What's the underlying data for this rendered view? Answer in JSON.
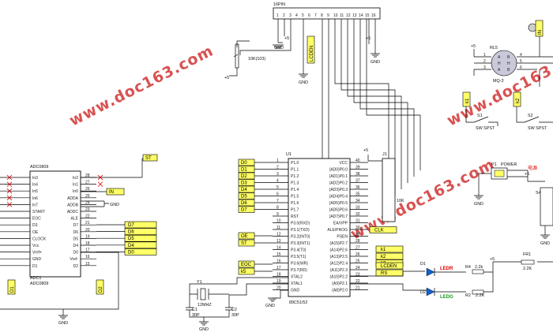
{
  "watermarks": [
    "www.doc163.com",
    "www.doc163.com",
    "www.doc163.com"
  ],
  "connector_top": {
    "label": "16PIN",
    "pins": [
      "1",
      "2",
      "3",
      "4",
      "5",
      "6",
      "7",
      "8",
      "9",
      "10",
      "11",
      "12",
      "13",
      "14",
      "15",
      "16"
    ]
  },
  "pot": {
    "label": "10K(103)",
    "tag": "LCDEN"
  },
  "u1": {
    "ref": "U1",
    "part": "89C51/52",
    "left_pins": [
      {
        "n": "1",
        "name": "P1.0"
      },
      {
        "n": "2",
        "name": "P1.1"
      },
      {
        "n": "3",
        "name": "P1.2"
      },
      {
        "n": "4",
        "name": "P1.3"
      },
      {
        "n": "5",
        "name": "P1.4"
      },
      {
        "n": "6",
        "name": "P1.5"
      },
      {
        "n": "7",
        "name": "P1.6"
      },
      {
        "n": "8",
        "name": "P1.7"
      },
      {
        "n": "9",
        "name": "RST"
      },
      {
        "n": "10",
        "name": "P3.0(RXD)"
      },
      {
        "n": "11",
        "name": "P3.1(TXD)"
      },
      {
        "n": "12",
        "name": "P3.2(INT0)"
      },
      {
        "n": "13",
        "name": "P3.3(INT1)"
      },
      {
        "n": "14",
        "name": "P3.4(T0)"
      },
      {
        "n": "15",
        "name": "P3.5(T1)"
      },
      {
        "n": "16",
        "name": "P3.6(WR)"
      },
      {
        "n": "17",
        "name": "P3.7(RD)"
      },
      {
        "n": "18",
        "name": "XTAL2"
      },
      {
        "n": "19",
        "name": "XTAL1"
      },
      {
        "n": "20",
        "name": "GND"
      }
    ],
    "right_pins": [
      {
        "n": "40",
        "name": "VCC"
      },
      {
        "n": "39",
        "name": "(AD0)P0.0"
      },
      {
        "n": "38",
        "name": "(AD1)P0.1"
      },
      {
        "n": "37",
        "name": "(AD2)P0.2"
      },
      {
        "n": "36",
        "name": "(AD3)P0.3"
      },
      {
        "n": "35",
        "name": "(AD4)P0.4"
      },
      {
        "n": "34",
        "name": "(AD5)P0.5"
      },
      {
        "n": "33",
        "name": "(AD6)P0.6"
      },
      {
        "n": "32",
        "name": "(AD7)P0.7"
      },
      {
        "n": "31",
        "name": "EA/VPP"
      },
      {
        "n": "30",
        "name": "ALE/PROG"
      },
      {
        "n": "29",
        "name": "PSEN"
      },
      {
        "n": "28",
        "name": "(A15)P2.7"
      },
      {
        "n": "27",
        "name": "(A14)P2.6"
      },
      {
        "n": "26",
        "name": "(A13)P2.5"
      },
      {
        "n": "25",
        "name": "(A12)P2.4"
      },
      {
        "n": "24",
        "name": "(A11)P2.3"
      },
      {
        "n": "23",
        "name": "(A10)P2.2"
      },
      {
        "n": "22",
        "name": "(A9)P2.1"
      },
      {
        "n": "21",
        "name": "(A8)P2.0"
      }
    ],
    "left_tags": [
      "D0",
      "D1",
      "D2",
      "D3",
      "D4",
      "D5",
      "D6",
      "D7",
      "OE",
      "ST",
      "EOC",
      "k5"
    ],
    "right_tags": [
      "CLK",
      "k1",
      "k2",
      "k3",
      "LCDEN",
      "RS"
    ]
  },
  "adc": {
    "title": "ADC0809",
    "ref": "ADC1",
    "part": "ADC0809",
    "left_pins": [
      "In3",
      "In4",
      "In5",
      "In6",
      "In7",
      "START",
      "EOC",
      "D3",
      "OE",
      "CLOCK",
      "Vcc",
      "Vref+",
      "GND",
      "D1"
    ],
    "left_nums": [
      "",
      "",
      "",
      "",
      "",
      "",
      "",
      "",
      "",
      "",
      "",
      "",
      "",
      ""
    ],
    "right_pins": [
      "In2",
      "In1",
      "In0",
      "ADDA",
      "ADDB",
      "ADDC",
      "ALE",
      "D7",
      "D6",
      "D5",
      "D4",
      "D0",
      "Vref-",
      "D2"
    ],
    "right_nums": [
      "28",
      "27",
      "26",
      "25",
      "24",
      "23",
      "22",
      "21",
      "20",
      "19",
      "18",
      "17",
      "16",
      "15"
    ],
    "tags": {
      "st": "ST",
      "in": "IN",
      "d7": "D7",
      "d6": "D6",
      "d5": "D5",
      "d4": "D4",
      "d0": "D0"
    },
    "bottom_tags": [
      "D1",
      "D2"
    ]
  },
  "crystal": {
    "ref": "Y1",
    "value": "12MHZ",
    "c1": "C1",
    "c1v": "30P",
    "c2": "C2",
    "c2v": "30P"
  },
  "j1": {
    "ref": "J1",
    "res": "10K"
  },
  "leds": {
    "d1": "D1",
    "d1_name": "LEDR",
    "d2": "D2",
    "d2_name": "LEDG",
    "r4": "R4",
    "r4v": "2.2k",
    "r2": "R2",
    "r2v": "2.2K",
    "fr": "FR1",
    "frv": "2.2K"
  },
  "sensor": {
    "ref": "RL5",
    "part": "MQ-3",
    "pins": [
      "1",
      "2",
      "3",
      "4",
      "5",
      "6"
    ],
    "letters": [
      "A",
      "H",
      "A",
      "B",
      "H",
      "B"
    ]
  },
  "switches": {
    "s1": "S1",
    "s1t": "SW SPST",
    "s2": "S2",
    "s2t": "SW SPST",
    "k1": "k1",
    "k2": "k2"
  },
  "power": {
    "ref": "P1",
    "label": "POWER",
    "cn": "电源"
  },
  "labels": {
    "gnd": "GND",
    "plus5": "+5",
    "in": "IN",
    "s4": "S4"
  }
}
